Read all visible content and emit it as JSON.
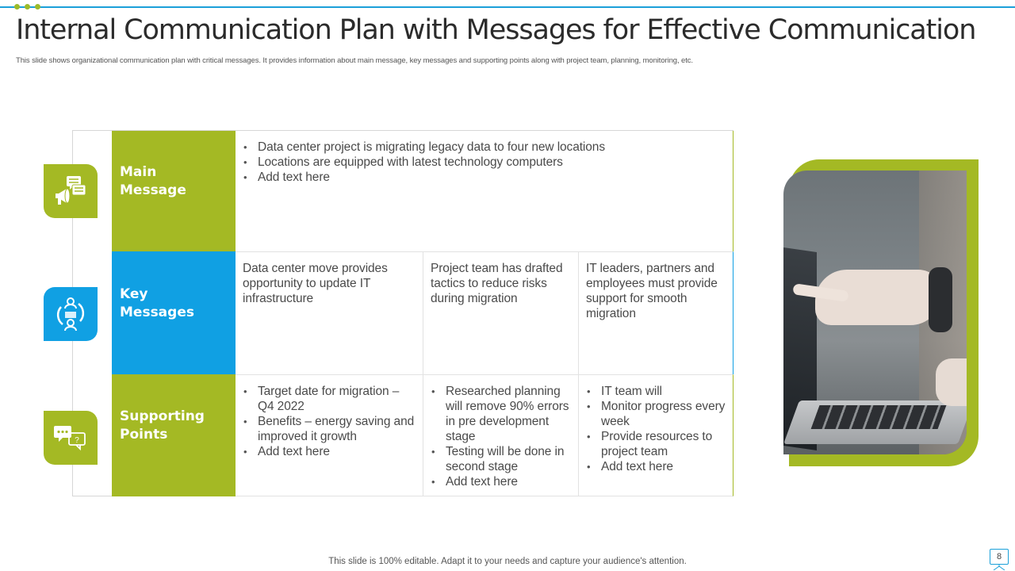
{
  "header": {
    "title": "Internal Communication Plan with Messages for Effective Communication",
    "subtitle": "This slide shows organizational communication plan  with critical messages. It provides information about main  message, key messages and supporting points along with project team, planning,  monitoring,  etc."
  },
  "colors": {
    "green": "#a4b924",
    "blue": "#10a0e3",
    "line_blue": "#1ba0d9"
  },
  "table": {
    "rows": [
      {
        "label_line1": "Main",
        "label_line2": "Message",
        "icon": "megaphone-chat-icon",
        "cells": [
          {
            "bullets": [
              "Data center project is migrating legacy data to four new locations",
              "Locations are equipped with latest technology  computers",
              "Add text here"
            ]
          }
        ]
      },
      {
        "label_line1": "Key",
        "label_line2": "Messages",
        "icon": "people-exchange-icon",
        "cells": [
          {
            "text": "Data center move provides opportunity to update IT  infrastructure"
          },
          {
            "text": "Project team has drafted tactics to reduce risks during migration"
          },
          {
            "text": "IT  leaders, partners and employees must provide support for smooth migration"
          }
        ]
      },
      {
        "label_line1": "Supporting",
        "label_line2": "Points",
        "icon": "chat-question-icon",
        "cells": [
          {
            "bullets": [
              "Target date for migration – Q4 2022",
              "Benefits – energy  saving and improved it growth",
              "Add text here"
            ]
          },
          {
            "bullets": [
              "Researched planning will remove 90% errors in pre development  stage",
              "Testing will be done in second stage",
              "Add text here"
            ]
          },
          {
            "bullets": [
              "IT  team will",
              "Monitor progress every week",
              "Provide resources to project team",
              "Add text here"
            ]
          }
        ]
      }
    ]
  },
  "photo": {
    "description": "hands pointing at laptop screen"
  },
  "footer": {
    "note": "This slide is 100% editable. Adapt it to your needs and capture your audience's attention.",
    "page_number": "8"
  }
}
